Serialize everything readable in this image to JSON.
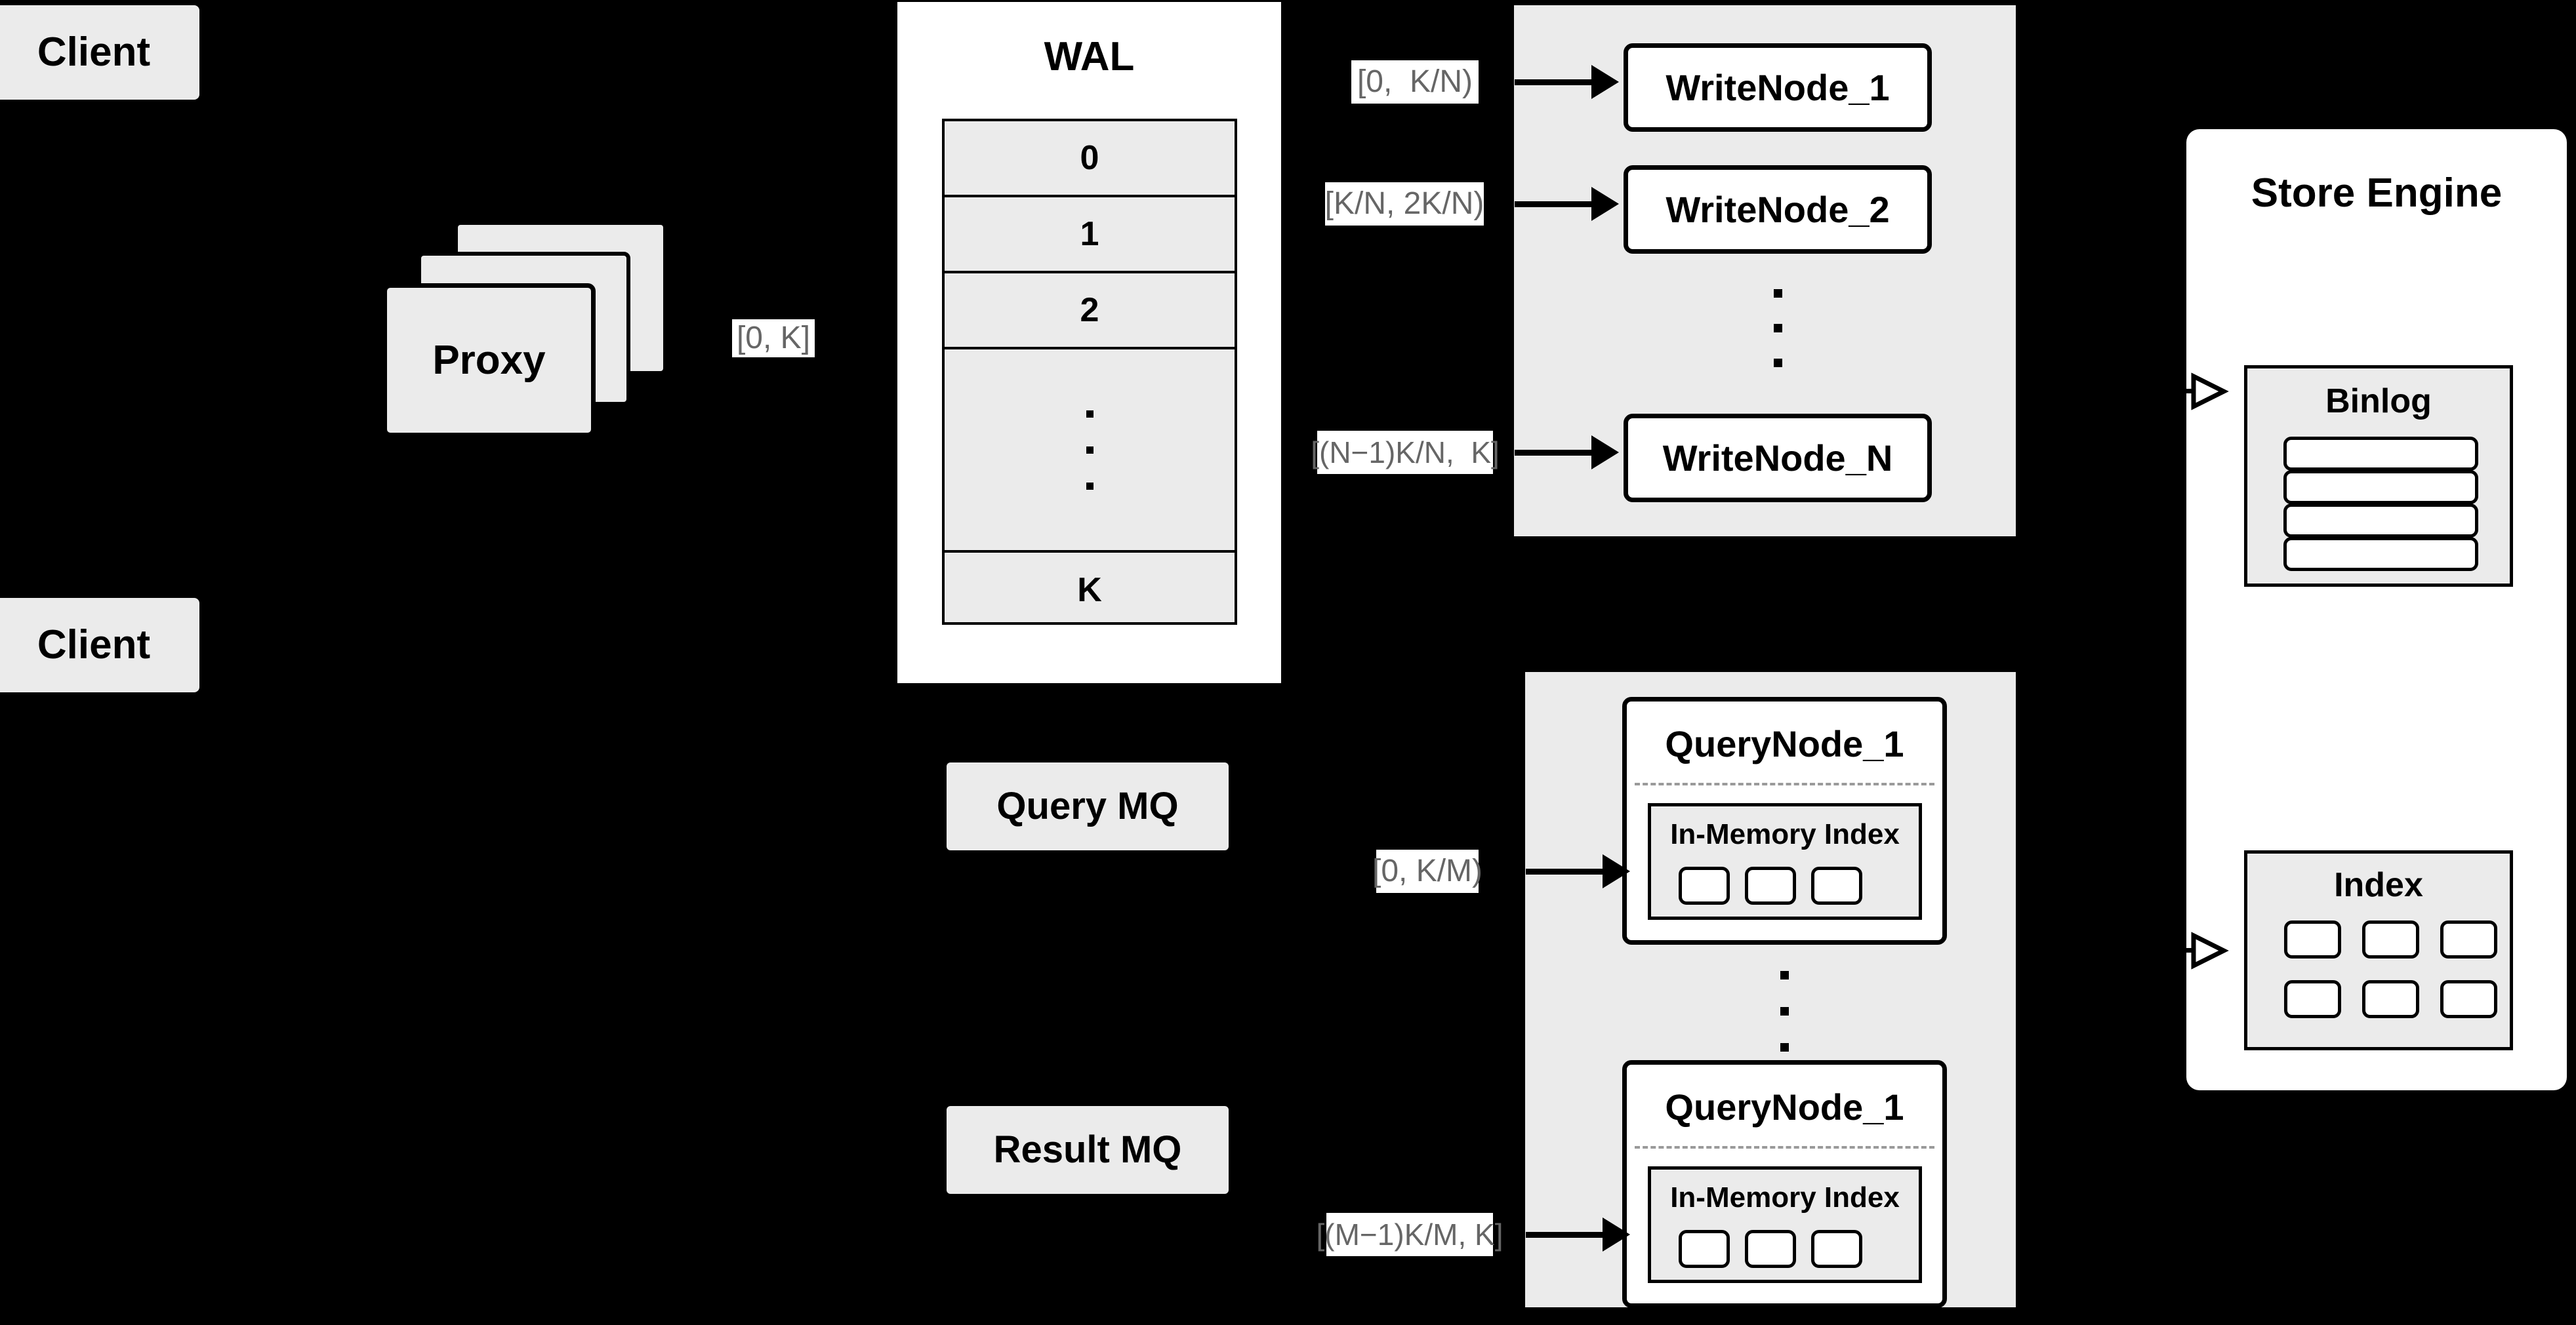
{
  "diagram": {
    "title": "Distributed Vector Database Architecture",
    "background_color": "#000000",
    "node_fill_gray": "#ebebeb",
    "node_fill_white": "#ffffff",
    "stroke_color": "#000000",
    "edge_label_color": "#666666",
    "dashed_separator_color": "#9a9a9a"
  },
  "clients": [
    {
      "label": "Client"
    },
    {
      "label": "Client"
    }
  ],
  "proxy": {
    "label": "Proxy",
    "stack_count": 3
  },
  "wal": {
    "title": "WAL",
    "rows": [
      {
        "label": "0"
      },
      {
        "label": "1"
      },
      {
        "label": "2"
      },
      {
        "label": "",
        "is_ellipsis": true,
        "ellipsis": "⋮"
      },
      {
        "label": "K"
      }
    ]
  },
  "write_cluster": {
    "nodes": [
      {
        "label": "WriteNode_1"
      },
      {
        "label": "WriteNode_2"
      },
      {
        "label": "WriteNode_N"
      }
    ],
    "ellipsis": "⋮",
    "edge_labels": [
      {
        "text": "[0,  K/N)"
      },
      {
        "text": "[K/N, 2K/N)"
      },
      {
        "text": "[(N−1)K/N,  K]"
      }
    ]
  },
  "query_cluster": {
    "nodes": [
      {
        "title": "QueryNode_1",
        "memory_index": {
          "title": "In-Memory Index",
          "segment_count": 3
        }
      },
      {
        "title": "QueryNode_1",
        "memory_index": {
          "title": "In-Memory Index",
          "segment_count": 3
        }
      }
    ],
    "ellipsis": "⋮",
    "edge_labels": [
      {
        "text": "[0, K/M)"
      },
      {
        "text": "[(M−1)K/M, K]"
      }
    ]
  },
  "message_queues": [
    {
      "label": "Query MQ"
    },
    {
      "label": "Result MQ"
    }
  ],
  "store_engine": {
    "title": "Store Engine",
    "binlog": {
      "title": "Binlog",
      "row_count": 4
    },
    "index": {
      "title": "Index",
      "segment_count": 6
    }
  },
  "proxy_edge_label": {
    "text": "[0, K]"
  }
}
